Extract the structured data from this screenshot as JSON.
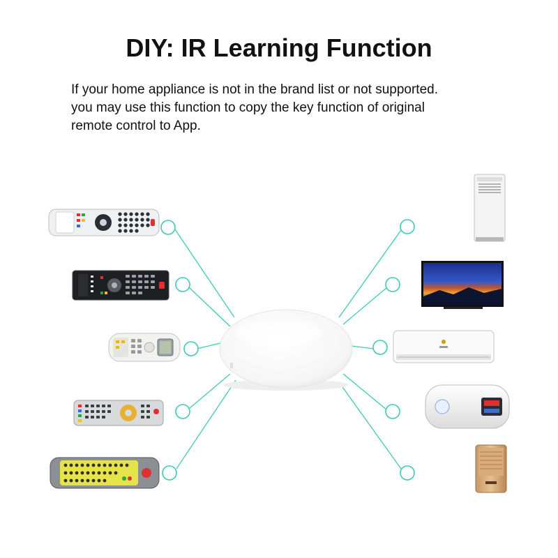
{
  "title": "DIY: IR Learning Function",
  "description": [
    "If your home appliance is not in the brand list or not supported.",
    "you may use this function to copy the key function of original",
    "remote control to App."
  ],
  "colors": {
    "connector": "#3dcab4",
    "hub": "#f5f5f5",
    "text": "#111111"
  },
  "left_items": [
    {
      "name": "remote-control-1"
    },
    {
      "name": "remote-control-2"
    },
    {
      "name": "ac-remote-control"
    },
    {
      "name": "remote-control-3"
    },
    {
      "name": "remote-control-4"
    }
  ],
  "right_items": [
    {
      "name": "portable-air-conditioner"
    },
    {
      "name": "television"
    },
    {
      "name": "split-air-conditioner"
    },
    {
      "name": "water-heater"
    },
    {
      "name": "air-purifier"
    }
  ],
  "hub": {
    "name": "ir-blaster-hub"
  }
}
